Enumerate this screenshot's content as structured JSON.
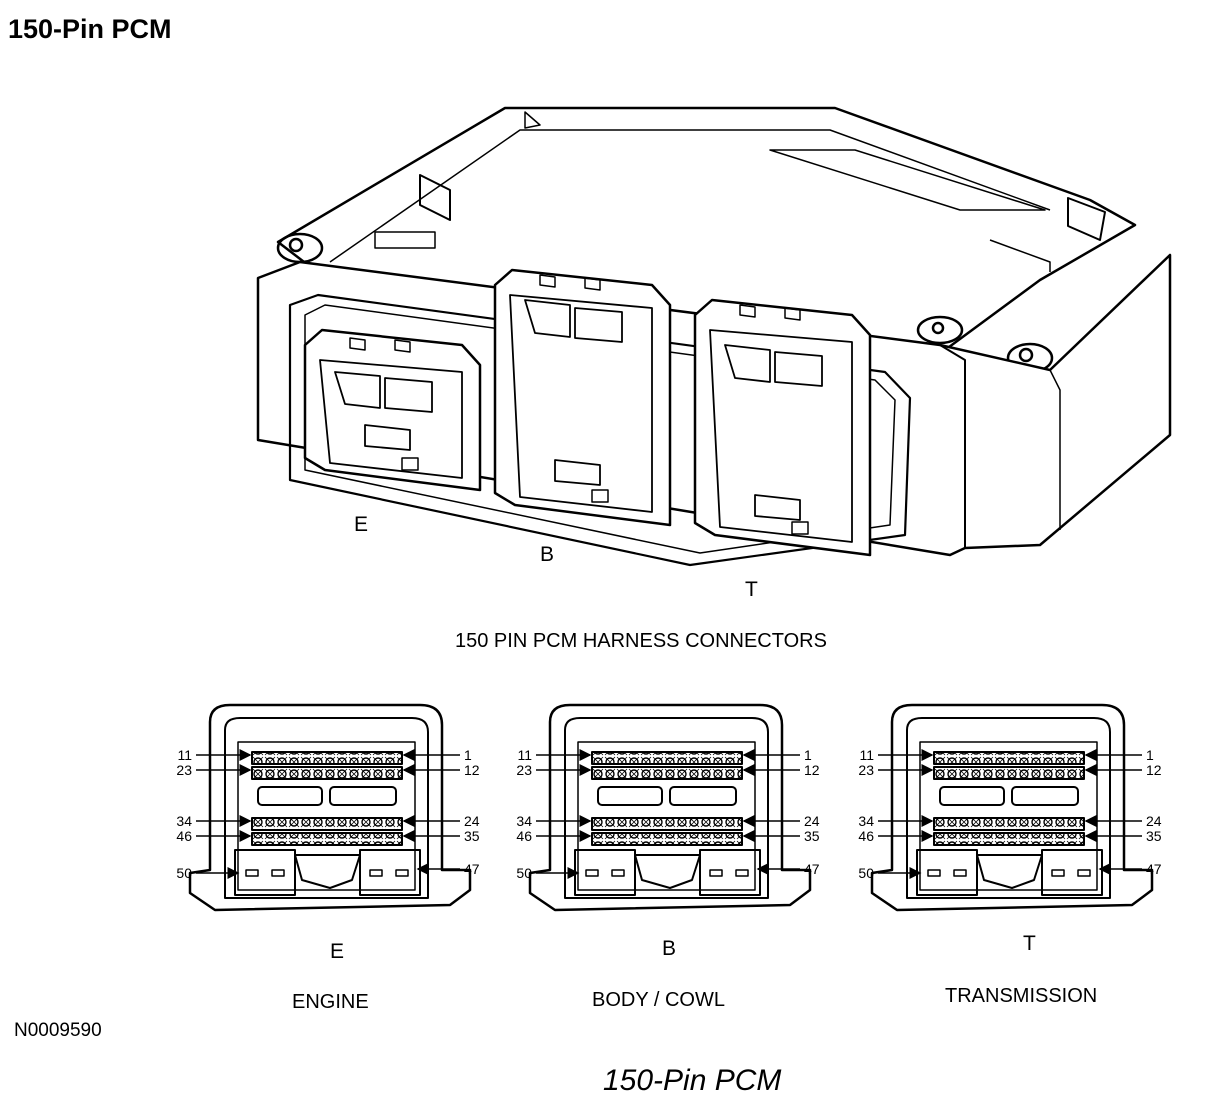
{
  "title": "150-Pin PCM",
  "footer_title": "150-Pin PCM",
  "figure_id": "N0009590",
  "harness_caption": "150 PIN PCM HARNESS CONNECTORS",
  "module_connector_letters": [
    "E",
    "B",
    "T"
  ],
  "connectors": [
    {
      "letter": "E",
      "name": "ENGINE",
      "pins": {
        "r1l": "11",
        "r1r": "1",
        "r2l": "23",
        "r2r": "12",
        "r3l": "34",
        "r3r": "24",
        "r4l": "46",
        "r4r": "35",
        "bl": "50",
        "br": "47"
      }
    },
    {
      "letter": "B",
      "name": "BODY / COWL",
      "pins": {
        "r1l": "11",
        "r1r": "1",
        "r2l": "23",
        "r2r": "12",
        "r3l": "34",
        "r3r": "24",
        "r4l": "46",
        "r4r": "35",
        "bl": "50",
        "br": "47"
      }
    },
    {
      "letter": "T",
      "name": "TRANSMISSION",
      "pins": {
        "r1l": "11",
        "r1r": "1",
        "r2l": "23",
        "r2r": "12",
        "r3l": "34",
        "r3r": "24",
        "r4l": "46",
        "r4r": "35",
        "bl": "50",
        "br": "47"
      }
    }
  ]
}
